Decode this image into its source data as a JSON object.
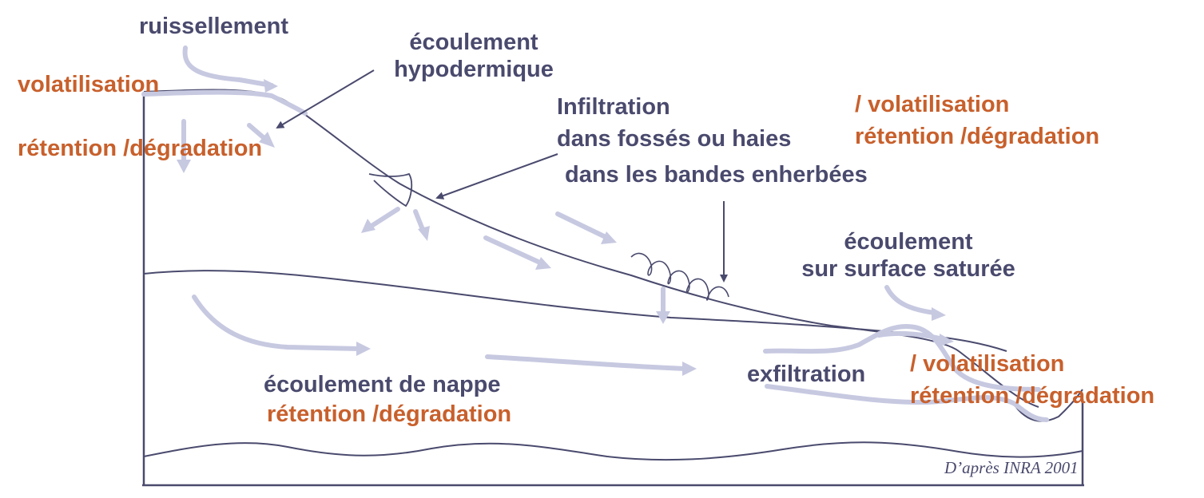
{
  "colors": {
    "line": "#4a4a6e",
    "flow_arrow": "#c7c9e1",
    "pointer_arrow": "#4a4a6e",
    "process_text": "#4a4a6e",
    "fate_text": "#c8602c"
  },
  "labels": {
    "runoff": "ruissellement",
    "hypodermic_flow": [
      "écoulement",
      "hypodermique"
    ],
    "volatilisation_left": "volatilisation",
    "retention_left": "rétention /dégradation",
    "infiltration": [
      "Infiltration",
      "dans fossés ou haies"
    ],
    "grass_strips": "dans les bandes enherbées",
    "volatilisation_right_top": "/ volatilisation",
    "retention_right_top": "rétention /dégradation",
    "saturated_flow": [
      "écoulement",
      "sur surface saturée"
    ],
    "exfiltration": "exfiltration",
    "volatilisation_right_bottom": "/ volatilisation",
    "retention_right_bottom": "rétention /dégradation",
    "groundwater_flow": "écoulement de nappe",
    "retention_bottom": "rétention /dégradation",
    "credit": "D’après INRA 2001"
  }
}
